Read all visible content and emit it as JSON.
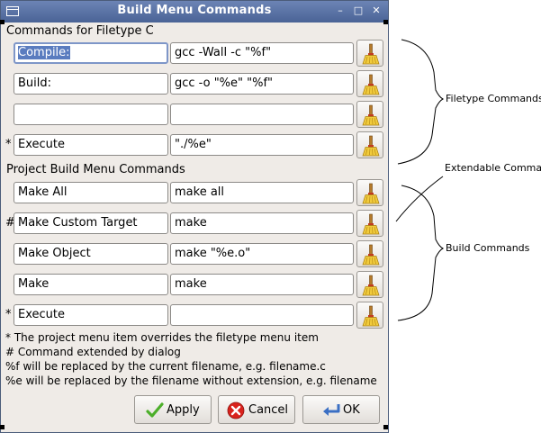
{
  "window": {
    "title": "Build Menu Commands"
  },
  "filetype_section": {
    "label": "Commands for Filetype C",
    "rows": [
      {
        "marker": "",
        "label": "Compile:",
        "command": "gcc -Wall -c \"%f\""
      },
      {
        "marker": "",
        "label": "Build:",
        "command": "gcc -o \"%e\" \"%f\""
      },
      {
        "marker": "",
        "label": "",
        "command": ""
      },
      {
        "marker": "*",
        "label": "Execute",
        "command": "\"./%e\""
      }
    ]
  },
  "project_section": {
    "label": "Project Build Menu Commands",
    "rows": [
      {
        "marker": "",
        "label": "Make All",
        "command": "make all"
      },
      {
        "marker": "#",
        "label": "Make Custom Target",
        "command": "make"
      },
      {
        "marker": "",
        "label": "Make Object",
        "command": "make \"%e.o\""
      },
      {
        "marker": "",
        "label": "Make",
        "command": "make"
      },
      {
        "marker": "*",
        "label": "Execute",
        "command": ""
      }
    ]
  },
  "notes": [
    "* The project menu item overrides the filetype menu item",
    "# Command extended by dialog",
    "%f will be replaced by the current filename, e.g. filename.c",
    "%e will be replaced by the filename without extension, e.g. filename"
  ],
  "buttons": {
    "apply": "Apply",
    "cancel": "Cancel",
    "ok": "OK"
  },
  "annotations": {
    "filetype_commands": "Filetype Commands",
    "extendable_command": "Extendable Command",
    "build_commands": "Build Commands"
  },
  "colors": {
    "titlebar": "#5a73a8",
    "selection": "#5a7cbf",
    "focus_border": "#7e96c8",
    "apply_check": "#4caf2a",
    "cancel_red": "#d9221c",
    "ok_blue": "#3a6fc4"
  },
  "icons": {
    "clear": "broom-icon",
    "apply": "check-icon",
    "cancel": "cancel-icon",
    "ok": "return-arrow-icon"
  }
}
